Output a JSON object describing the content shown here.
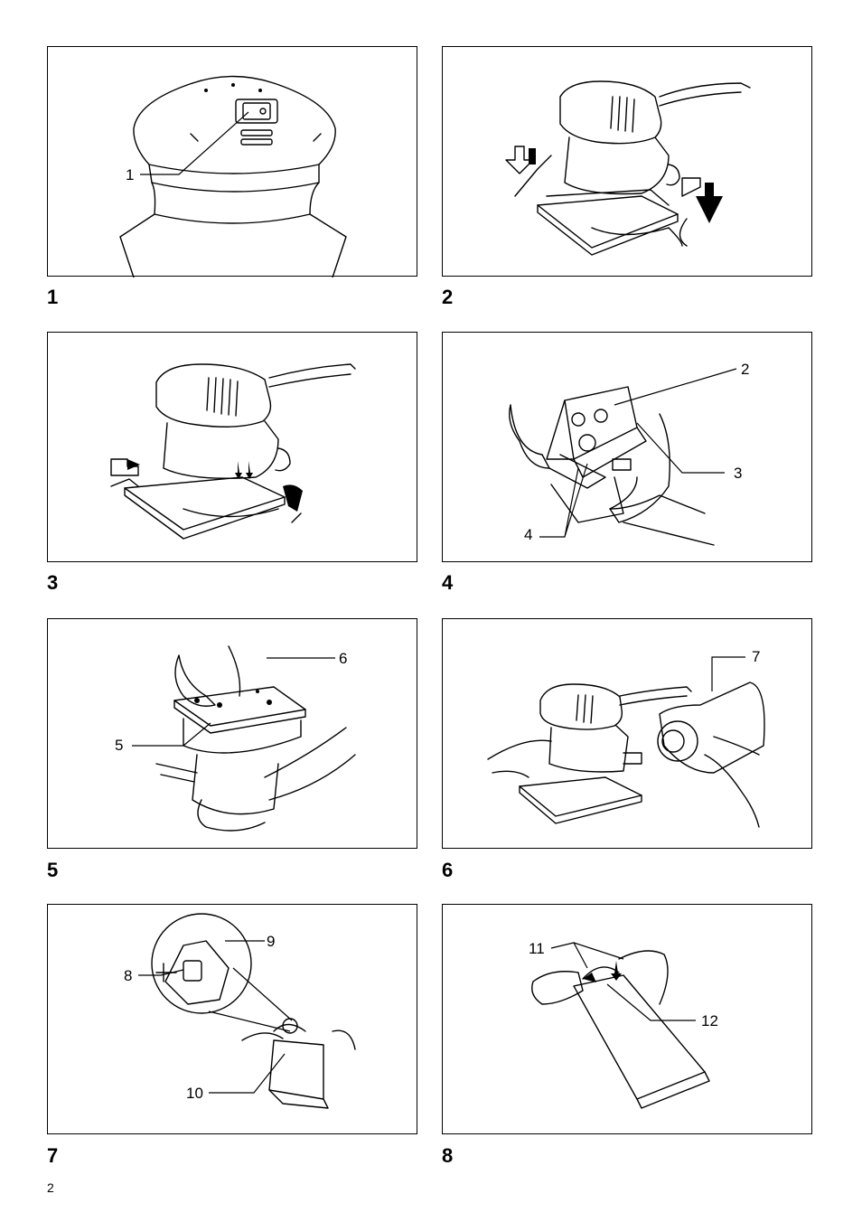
{
  "figures": [
    {
      "label": "1",
      "callouts": [
        "1"
      ]
    },
    {
      "label": "2",
      "callouts": []
    },
    {
      "label": "3",
      "callouts": []
    },
    {
      "label": "4",
      "callouts": [
        "2",
        "3",
        "4"
      ]
    },
    {
      "label": "5",
      "callouts": [
        "6",
        "5"
      ]
    },
    {
      "label": "6",
      "callouts": [
        "7"
      ]
    },
    {
      "label": "7",
      "callouts": [
        "9",
        "8",
        "10"
      ]
    },
    {
      "label": "8",
      "callouts": [
        "11",
        "12"
      ]
    }
  ],
  "page_number": "2"
}
